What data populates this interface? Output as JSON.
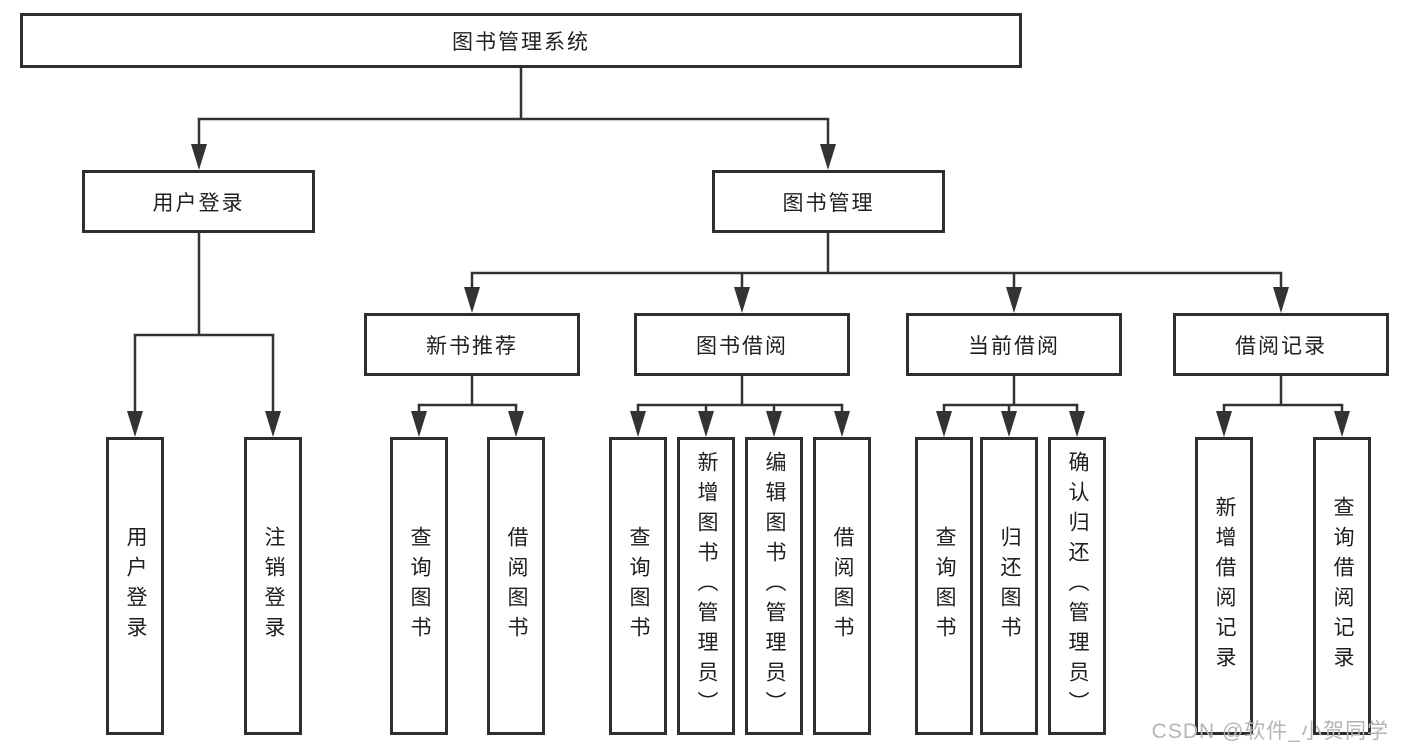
{
  "colors": {
    "line": "#333333",
    "box_border": "#2e2e2e",
    "text": "#1f1f1f",
    "watermark": "#b5b5b5",
    "background": "#ffffff"
  },
  "watermark": {
    "text": "CSDN @软件_小贺同学"
  },
  "tree": {
    "root": {
      "label": "图书管理系统"
    },
    "branches": [
      {
        "label": "用户登录",
        "children": [
          {
            "label": "用户登录"
          },
          {
            "label": "注销登录"
          }
        ]
      },
      {
        "label": "图书管理",
        "children": [
          {
            "label": "新书推荐",
            "children": [
              {
                "label": "查询图书"
              },
              {
                "label": "借阅图书"
              }
            ]
          },
          {
            "label": "图书借阅",
            "children": [
              {
                "label": "查询图书"
              },
              {
                "label": "新增图书（管理员）"
              },
              {
                "label": "编辑图书（管理员）"
              },
              {
                "label": "借阅图书"
              }
            ]
          },
          {
            "label": "当前借阅",
            "children": [
              {
                "label": "查询图书"
              },
              {
                "label": "归还图书"
              },
              {
                "label": "确认归还（管理员）"
              }
            ]
          },
          {
            "label": "借阅记录",
            "children": [
              {
                "label": "新增借阅记录"
              },
              {
                "label": "查询借阅记录"
              }
            ]
          }
        ]
      }
    ]
  }
}
